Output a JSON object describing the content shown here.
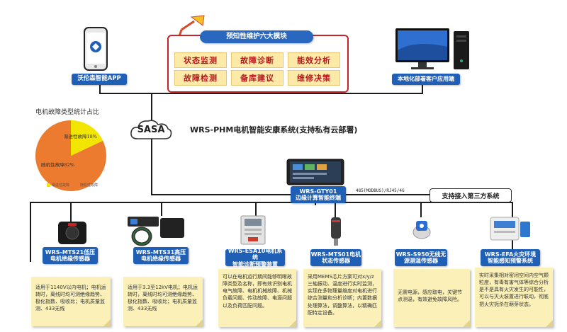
{
  "top_panel": {
    "title": "预知性维护六大模块",
    "modules": [
      "状态监测",
      "故障诊断",
      "能效分析",
      "故障检测",
      "备库建议",
      "维修决策"
    ]
  },
  "app_label": "沃伦森智能APP",
  "client_label": "本地化部署客户应用端",
  "cloud_label": "SASA",
  "system_title": "WRS-PHM电机智能安康系统(支持私有云部署)",
  "pie": {
    "title": "电机故障类型统计占比",
    "slice_labels": [
      "渐进性故障18%",
      "随机性故障82%"
    ],
    "legend": [
      "渐进性故障",
      "随机性故障"
    ],
    "colors": [
      "#f2e600",
      "#ec7a2f"
    ]
  },
  "chart_data": {
    "type": "pie",
    "title": "电机故障类型统计占比",
    "categories": [
      "渐进性故障",
      "随机性故障"
    ],
    "values": [
      18,
      82
    ],
    "legend": "bottom"
  },
  "gateway": {
    "label_line1": "WRS-GTY01",
    "label_line2": "边缘计算智能终端",
    "protocol": "485(MODBUS)/RJ45/4G",
    "third_party": "支持接入第三方系统"
  },
  "devices": [
    {
      "l1": "WRS-MTS21低压",
      "l2": "电机绝缘传感器",
      "note": "适用于1140V以内电机；电机运转时，离线时均可测绝缘趋势、极化指数、吸收比；电机质量监测、433无线"
    },
    {
      "l1": "WRS-MTS31高压",
      "l2": "电机绝缘传感器",
      "note": "适用于3.3至12kV电机；电机运转时，离线时均可测绝缘趋势、极化指数、吸收比；电机质量监测、433无线"
    },
    {
      "l1": "WRS-ESA10电机系统",
      "l2": "智能诊断预警装置",
      "note": "可以在电机运行期间能够明晰故障类型及名称，即有效识别电机电气故障、电机机械故障、机械负载问题、传动故障、电源问题以及负荷匹配问题。"
    },
    {
      "l1": "WRS-MTS01电机",
      "l2": "状态传感器",
      "note": "采用MEMS芯片方案可对x/y/z三轴振动、温度进行实时监测，实现在多物理量维度对电机进行综合测量和分析诊断；内置数据处理算法，调整算法，以精确匹配特定设备。"
    },
    {
      "l1": "WRS-S950无线无",
      "l2": "源测温传感器",
      "note": "无需电源，感应取电，关键节点测温，有效避免故障风险。"
    },
    {
      "l1": "WRS-EFA火灾环境",
      "l2": "智能感知预警系统",
      "note": "实时采集相对密闭空间内空气颗粒度，有毒有害气体等综合分析是不是具有火灾发生的可能性，可以与灭火装置进行联动，彻底把火灾扼杀在萌芽状态。"
    }
  ]
}
